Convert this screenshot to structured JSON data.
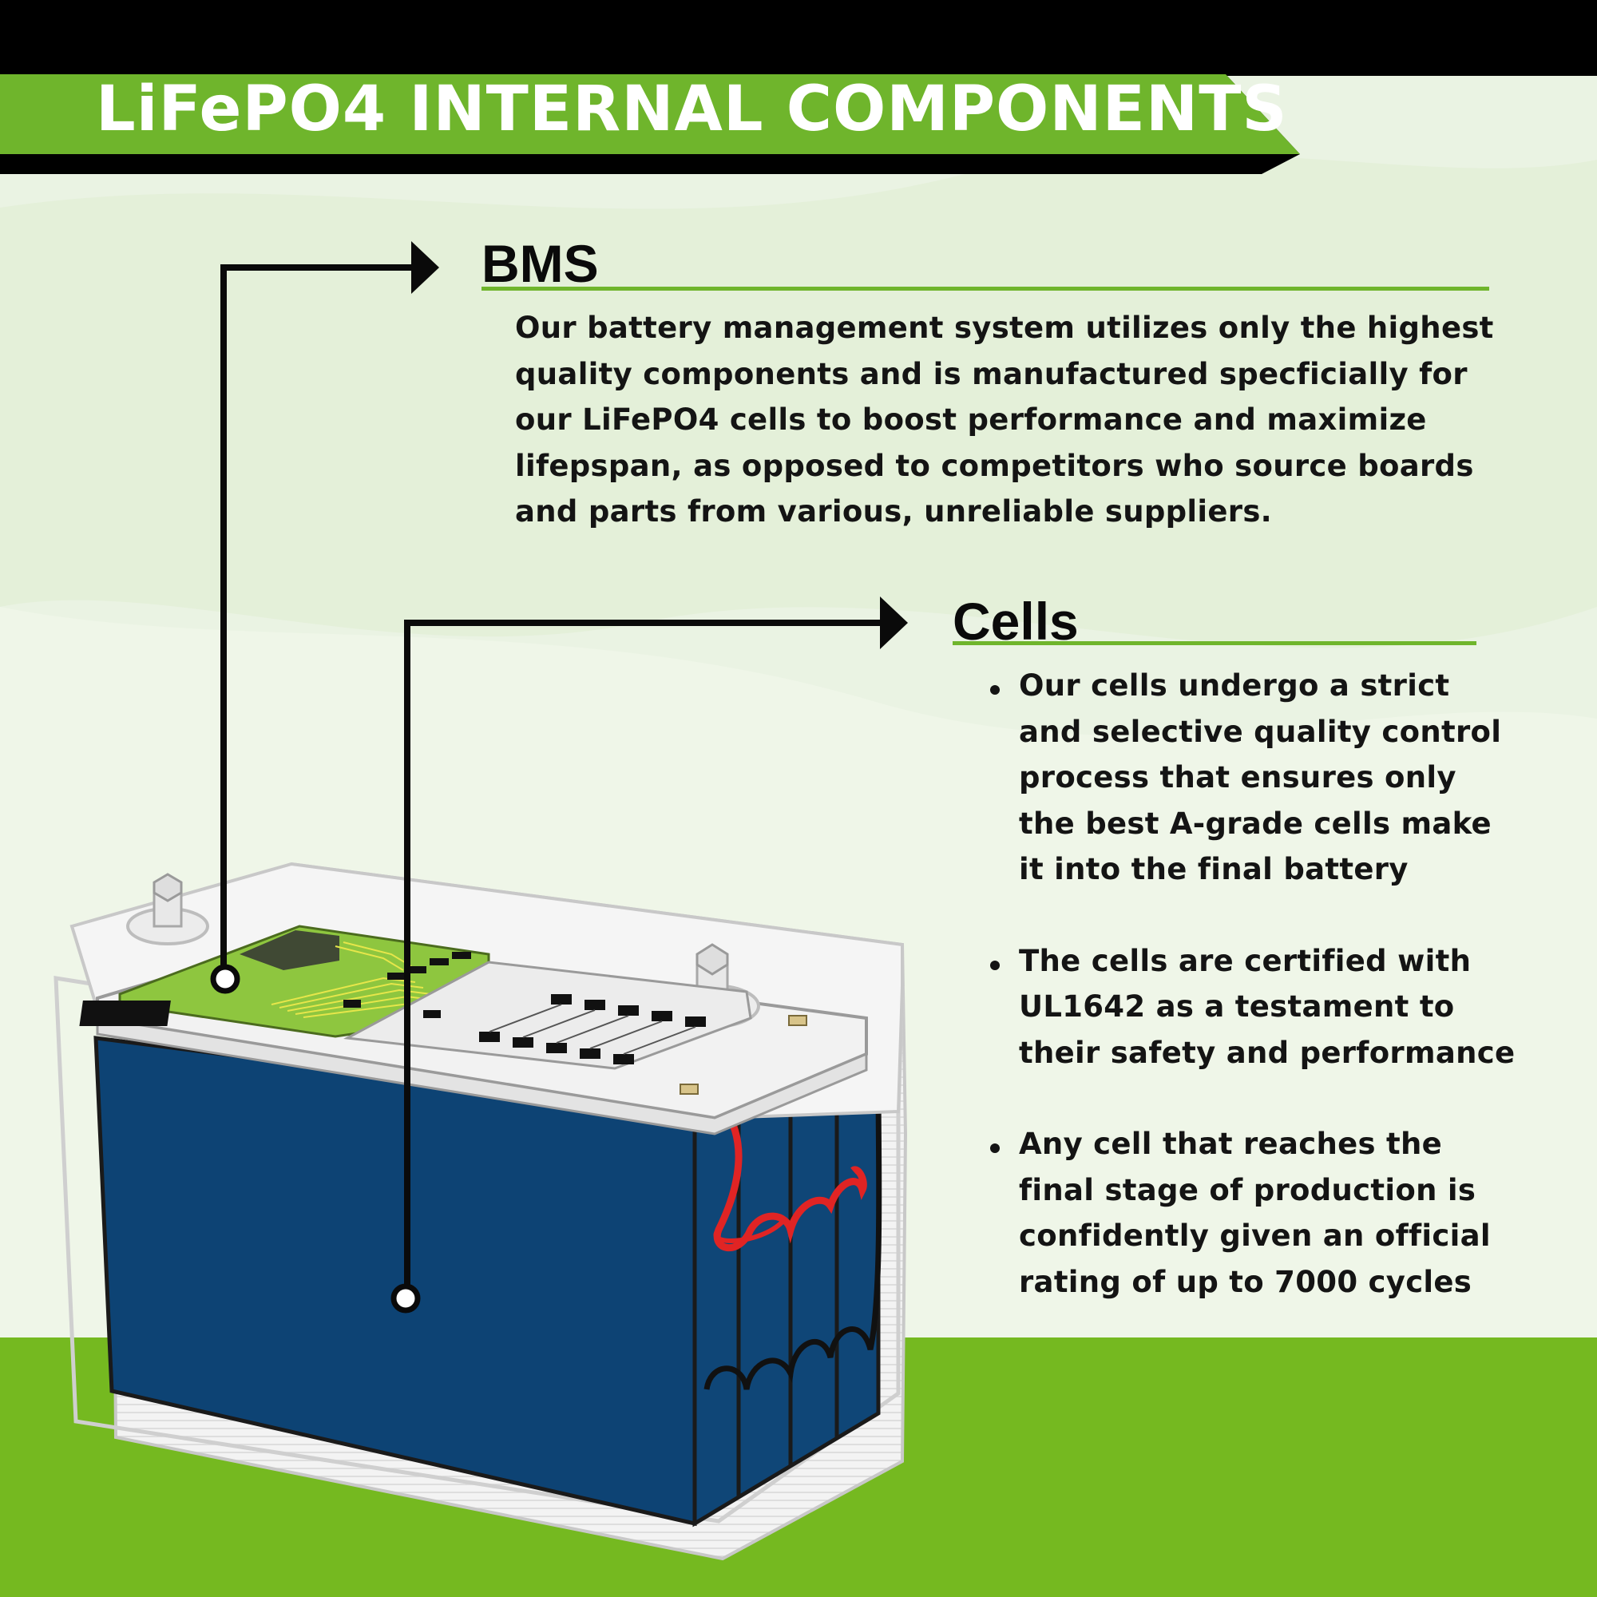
{
  "banner": {
    "title": "LiFePO4 INTERNAL COMPONENTS"
  },
  "bms": {
    "heading": "BMS",
    "lines": [
      "Our battery management system utilizes only the highest",
      "quality components and is manufactured specficially for",
      "our LiFePO4 cells to boost performance and maximize",
      "lifepspan, as opposed to competitors who source boards",
      "and parts from various, unreliable suppliers."
    ]
  },
  "cells": {
    "heading": "Cells",
    "bullets": [
      [
        "Our cells undergo a strict",
        "and selective quality control",
        "process that ensures only",
        "the best A-grade cells make",
        "it into the final battery"
      ],
      [
        "The cells are certified with",
        "UL1642 as a testament to",
        "their safety and performance"
      ],
      [
        "Any cell that reaches the",
        "final stage of production is",
        "confidently given an official",
        "rating of up to 7000 cycles"
      ]
    ]
  },
  "colors": {
    "brand_green": "#6fb52c",
    "battery_blue": "#0d4374",
    "banner_black": "#000000",
    "wire_red": "#e02424"
  }
}
